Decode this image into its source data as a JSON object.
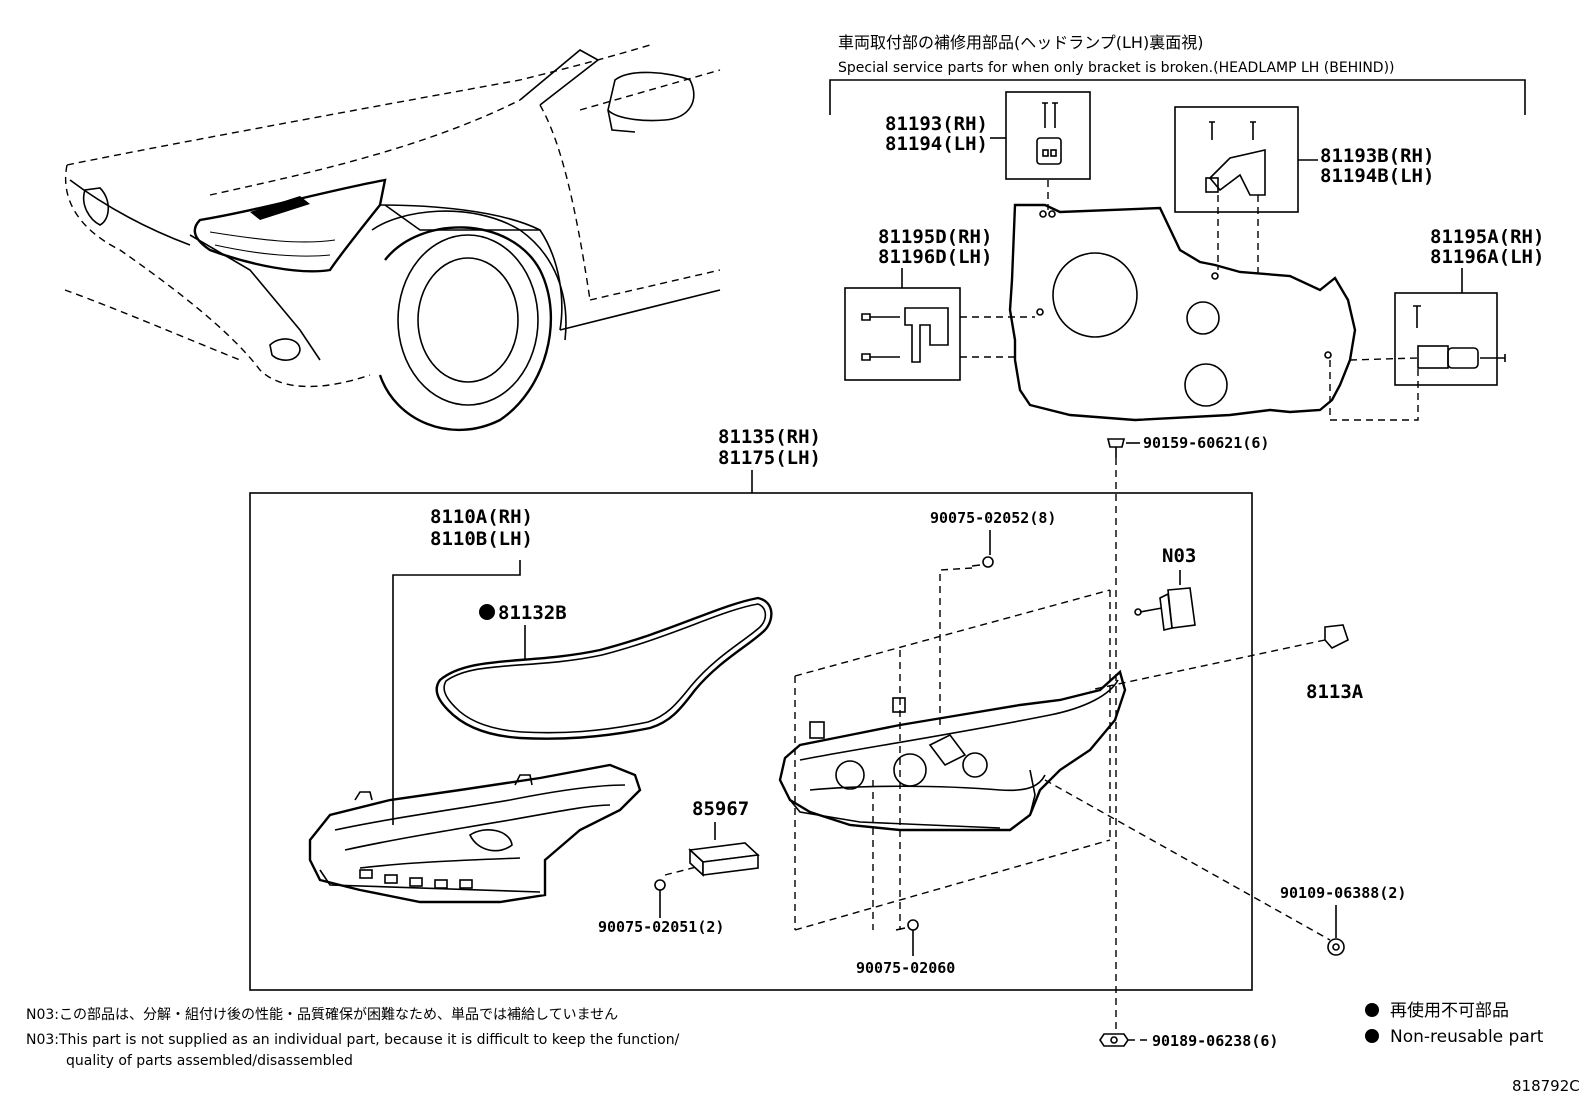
{
  "header": {
    "title_jp": "車両取付部の補修用部品(ヘッドランプ(LH)裏面視)",
    "title_en": "Special service parts for when only bracket is broken.(HEADLAMP LH (BEHIND))"
  },
  "parts": {
    "p81193": [
      "81193(RH)",
      "81194(LH)"
    ],
    "p81193B": [
      "81193B(RH)",
      "81194B(LH)"
    ],
    "p81195D": [
      "81195D(RH)",
      "81196D(LH)"
    ],
    "p81195A": [
      "81195A(RH)",
      "81196A(LH)"
    ],
    "p90159": "90159-60621(6)",
    "p81135": [
      "81135(RH)",
      "81175(LH)"
    ],
    "p8110A": [
      "8110A(RH)",
      "8110B(LH)"
    ],
    "p81132B": "81132B",
    "p90075_02052": "90075-02052(8)",
    "pN03": "N03",
    "p8113A": "8113A",
    "p85967": "85967",
    "p90075_02051": "90075-02051(2)",
    "p90075_02060": "90075-02060",
    "p90109": "90109-06388(2)",
    "p90189": "90189-06238(6)"
  },
  "notes": {
    "jp": "N03:この部品は、分解・組付け後の性能・品質確保が困難なため、単品では補給していません",
    "en_line1": "N03:This part is not supplied as an individual part, because it is difficult to keep the function/",
    "en_line2": "quality of parts assembled/disassembled"
  },
  "legend": {
    "jp": "再使用不可部品",
    "en": "Non-reusable part"
  },
  "illustration_id": "818792C"
}
